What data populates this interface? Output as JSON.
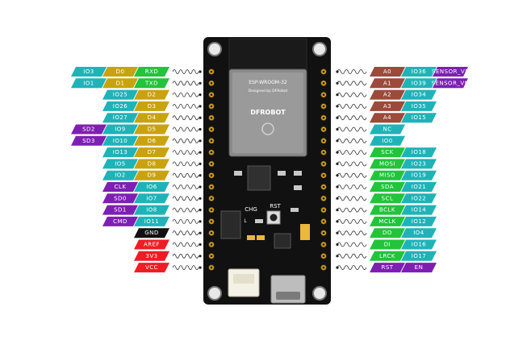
{
  "board": {
    "module_brand": "DFROBOT",
    "module_line1": "ESP-WROOM-32",
    "module_line2": "Designed by DFRobot",
    "chg_label": "CHG",
    "rst_label": "RST",
    "l_label": "L"
  },
  "colors": {
    "teal": "#1fb3b8",
    "yellow": "#c9a30f",
    "green": "#21c43a",
    "purple": "#7e1fb3",
    "black": "#111111",
    "red": "#ef1c24",
    "brown": "#9c4a3a",
    "pcb": "#111111"
  },
  "left_pins": [
    {
      "labels": [
        {
          "text": "IO3",
          "color": "teal"
        },
        {
          "text": "D0",
          "color": "yellow"
        },
        {
          "text": "RXD",
          "color": "green"
        }
      ]
    },
    {
      "labels": [
        {
          "text": "IO1",
          "color": "teal"
        },
        {
          "text": "D1",
          "color": "yellow"
        },
        {
          "text": "TXD",
          "color": "green"
        }
      ]
    },
    {
      "labels": [
        {
          "text": "IO25",
          "color": "teal"
        },
        {
          "text": "D2",
          "color": "yellow"
        }
      ]
    },
    {
      "labels": [
        {
          "text": "IO26",
          "color": "teal"
        },
        {
          "text": "D3",
          "color": "yellow"
        }
      ]
    },
    {
      "labels": [
        {
          "text": "IO27",
          "color": "teal"
        },
        {
          "text": "D4",
          "color": "yellow"
        }
      ]
    },
    {
      "labels": [
        {
          "text": "SD2",
          "color": "purple"
        },
        {
          "text": "IO9",
          "color": "teal"
        },
        {
          "text": "D5",
          "color": "yellow"
        }
      ]
    },
    {
      "labels": [
        {
          "text": "SD3",
          "color": "purple"
        },
        {
          "text": "IO10",
          "color": "teal"
        },
        {
          "text": "D6",
          "color": "yellow"
        }
      ]
    },
    {
      "labels": [
        {
          "text": "IO13",
          "color": "teal"
        },
        {
          "text": "D7",
          "color": "yellow"
        }
      ]
    },
    {
      "labels": [
        {
          "text": "IO5",
          "color": "teal"
        },
        {
          "text": "D8",
          "color": "yellow"
        }
      ]
    },
    {
      "labels": [
        {
          "text": "IO2",
          "color": "teal"
        },
        {
          "text": "D9",
          "color": "yellow"
        }
      ]
    },
    {
      "labels": [
        {
          "text": "CLK",
          "color": "purple"
        },
        {
          "text": "IO6",
          "color": "teal"
        }
      ]
    },
    {
      "labels": [
        {
          "text": "SD0",
          "color": "purple"
        },
        {
          "text": "IO7",
          "color": "teal"
        }
      ]
    },
    {
      "labels": [
        {
          "text": "SD1",
          "color": "purple"
        },
        {
          "text": "IO8",
          "color": "teal"
        }
      ]
    },
    {
      "labels": [
        {
          "text": "CMD",
          "color": "purple"
        },
        {
          "text": "IO11",
          "color": "teal"
        }
      ]
    },
    {
      "labels": [
        {
          "text": "GND",
          "color": "black"
        }
      ]
    },
    {
      "labels": [
        {
          "text": "AREF",
          "color": "red"
        }
      ]
    },
    {
      "labels": [
        {
          "text": "3V3",
          "color": "red"
        }
      ]
    },
    {
      "labels": [
        {
          "text": "VCC",
          "color": "red"
        }
      ]
    }
  ],
  "right_pins": [
    {
      "labels": [
        {
          "text": "A0",
          "color": "brown"
        },
        {
          "text": "IO36",
          "color": "teal"
        },
        {
          "text": "SENSOR_VP",
          "color": "purple"
        }
      ]
    },
    {
      "labels": [
        {
          "text": "A1",
          "color": "brown"
        },
        {
          "text": "IO39",
          "color": "teal"
        },
        {
          "text": "SENSOR_VN",
          "color": "purple"
        }
      ]
    },
    {
      "labels": [
        {
          "text": "A2",
          "color": "brown"
        },
        {
          "text": "IO34",
          "color": "teal"
        }
      ]
    },
    {
      "labels": [
        {
          "text": "A3",
          "color": "brown"
        },
        {
          "text": "IO35",
          "color": "teal"
        }
      ]
    },
    {
      "labels": [
        {
          "text": "A4",
          "color": "brown"
        },
        {
          "text": "IO15",
          "color": "teal"
        }
      ]
    },
    {
      "labels": [
        {
          "text": "NC",
          "color": "teal"
        }
      ]
    },
    {
      "labels": [
        {
          "text": "IO0",
          "color": "teal"
        }
      ]
    },
    {
      "labels": [
        {
          "text": "SCK",
          "color": "green"
        },
        {
          "text": "IO18",
          "color": "teal"
        }
      ]
    },
    {
      "labels": [
        {
          "text": "MOSI",
          "color": "green"
        },
        {
          "text": "IO23",
          "color": "teal"
        }
      ]
    },
    {
      "labels": [
        {
          "text": "MISO",
          "color": "green"
        },
        {
          "text": "IO19",
          "color": "teal"
        }
      ]
    },
    {
      "labels": [
        {
          "text": "SDA",
          "color": "green"
        },
        {
          "text": "IO21",
          "color": "teal"
        }
      ]
    },
    {
      "labels": [
        {
          "text": "SCL",
          "color": "green"
        },
        {
          "text": "IO22",
          "color": "teal"
        }
      ]
    },
    {
      "labels": [
        {
          "text": "BCLK",
          "color": "green"
        },
        {
          "text": "IO14",
          "color": "teal"
        }
      ]
    },
    {
      "labels": [
        {
          "text": "MCLK",
          "color": "green"
        },
        {
          "text": "IO12",
          "color": "teal"
        }
      ]
    },
    {
      "labels": [
        {
          "text": "DO",
          "color": "green"
        },
        {
          "text": "IO4",
          "color": "teal"
        }
      ]
    },
    {
      "labels": [
        {
          "text": "DI",
          "color": "green"
        },
        {
          "text": "IO16",
          "color": "teal"
        }
      ]
    },
    {
      "labels": [
        {
          "text": "LRCK",
          "color": "green"
        },
        {
          "text": "IO17",
          "color": "teal"
        }
      ]
    },
    {
      "labels": [
        {
          "text": "RST",
          "color": "purple"
        },
        {
          "text": "EN",
          "color": "purple"
        }
      ]
    }
  ]
}
